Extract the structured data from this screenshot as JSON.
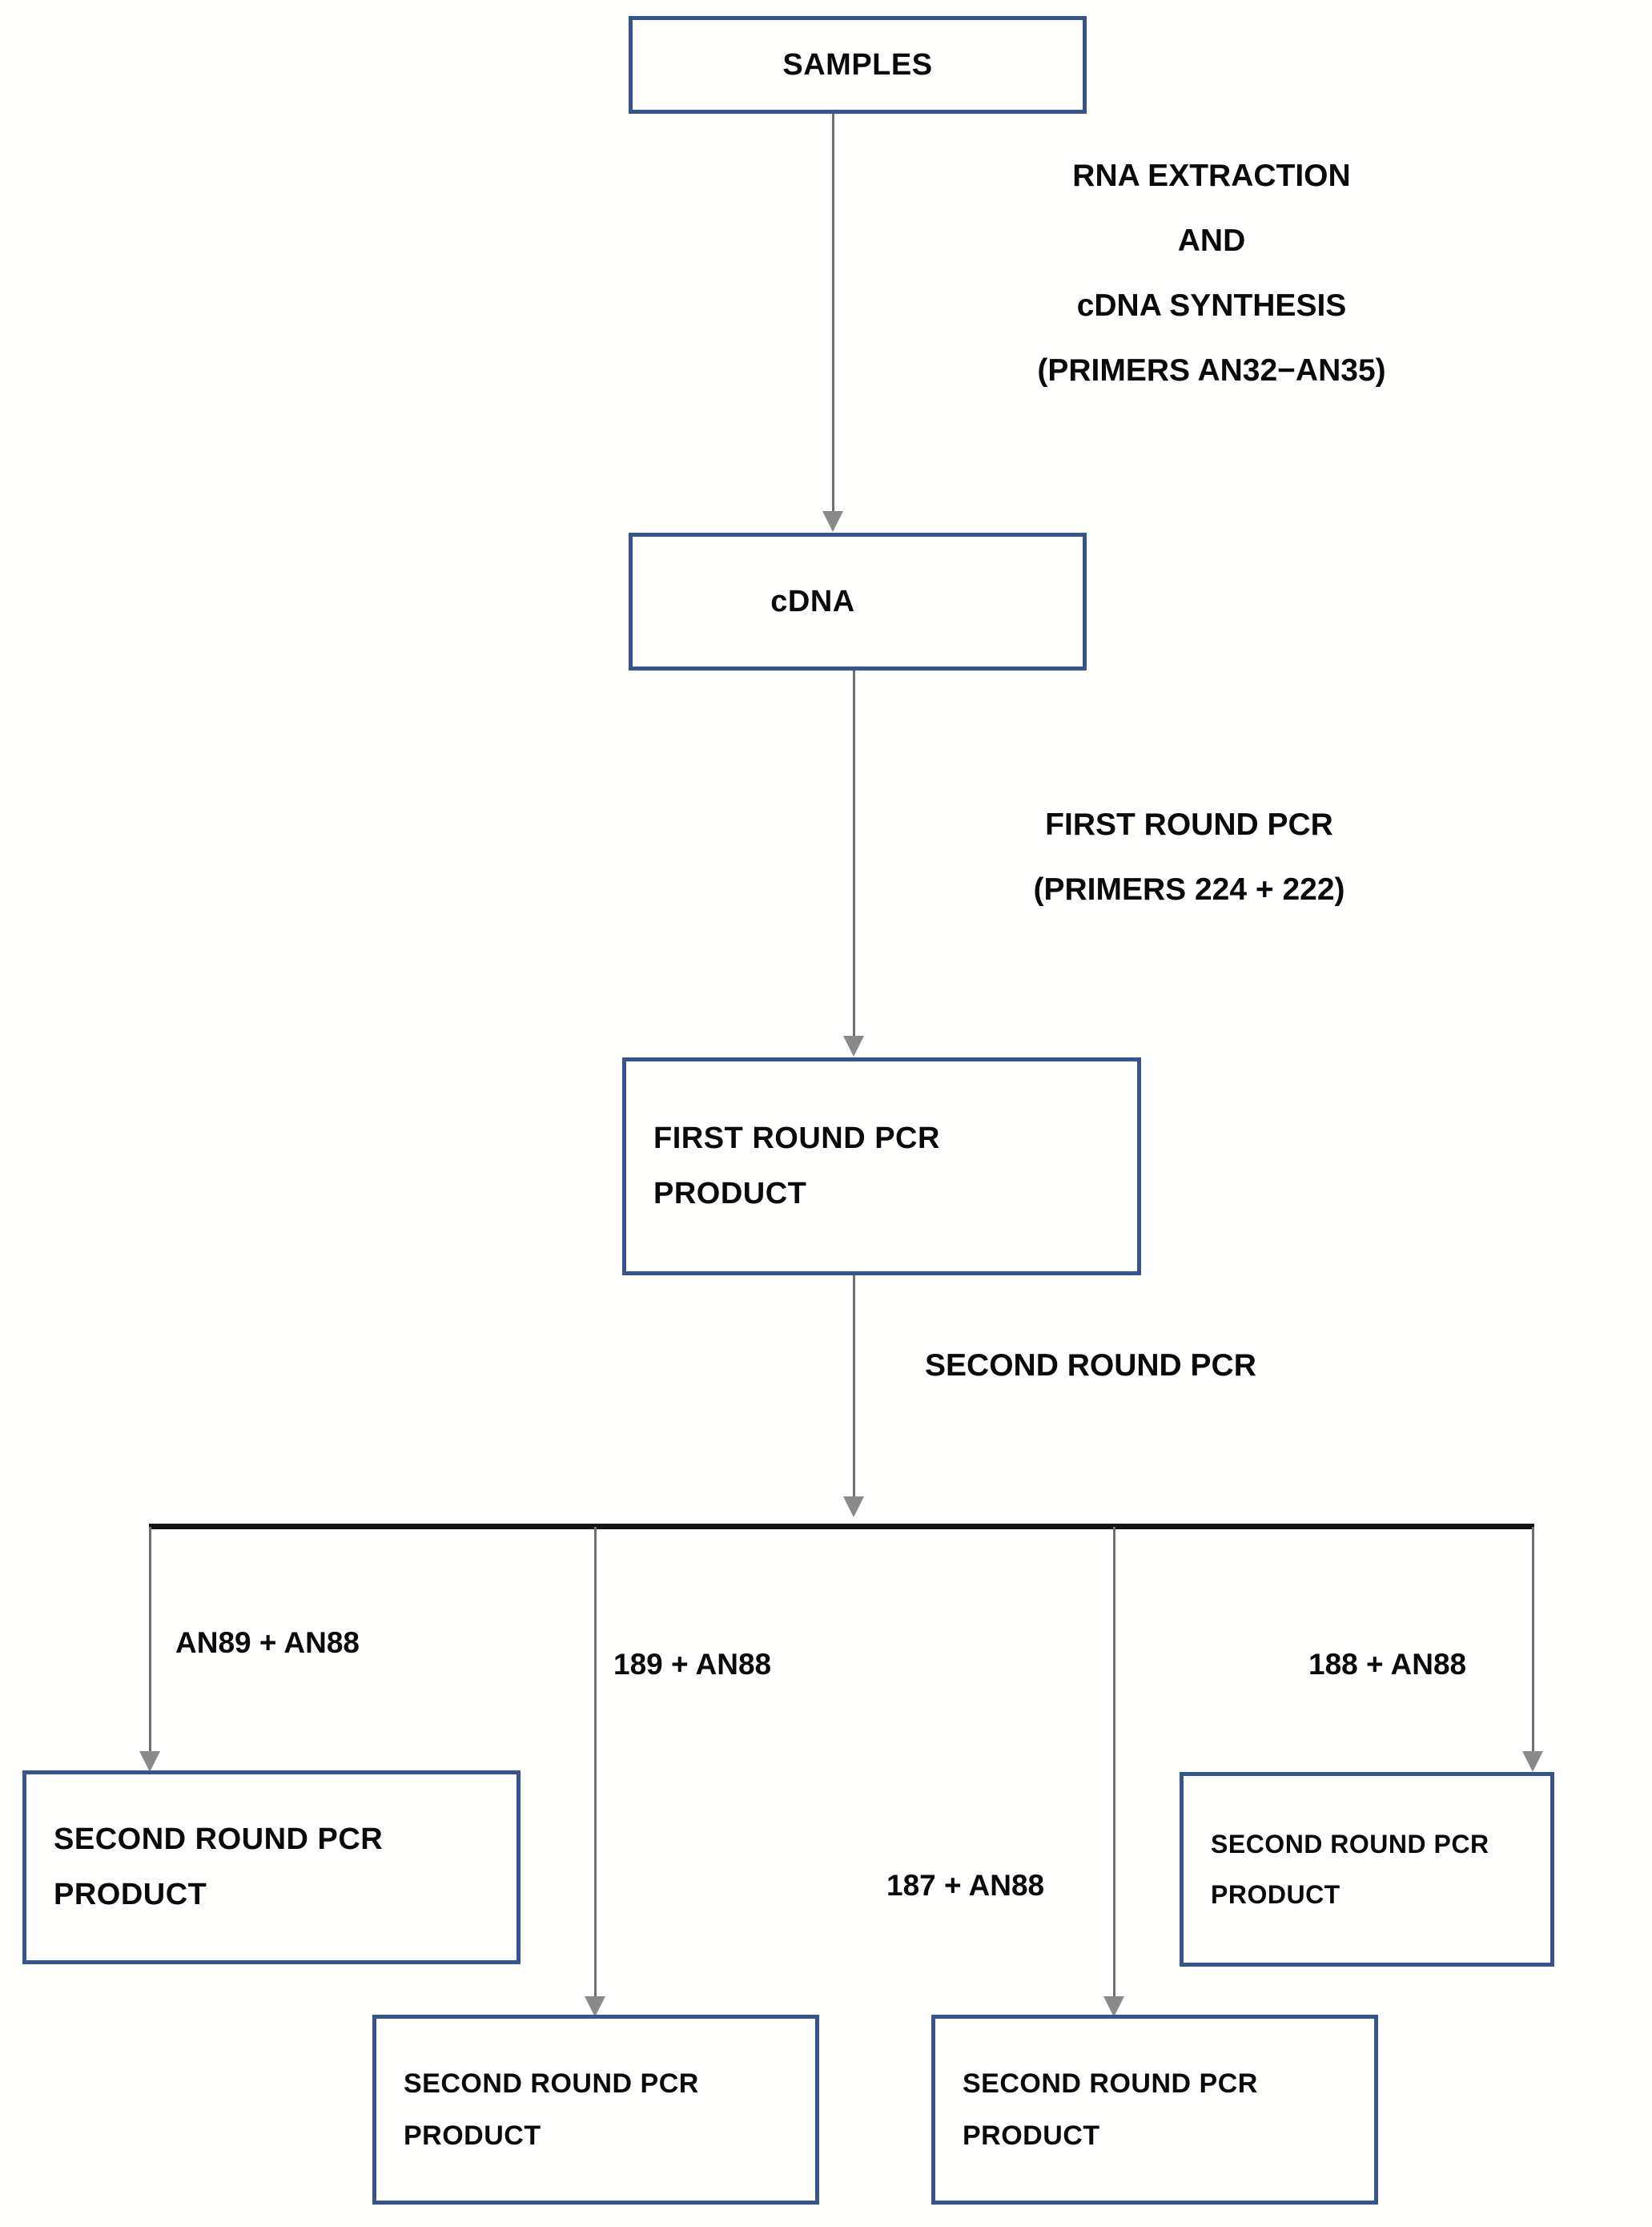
{
  "diagram": {
    "title": "Nested RT-PCR workflow flowchart",
    "accent_border_color": "#36558c",
    "connector_color": "#707070",
    "bar_color": "#141414",
    "text_color": "#0a0a0a",
    "background_color": "#ffffff"
  },
  "nodes": {
    "samples": {
      "label": "SAMPLES"
    },
    "cdna": {
      "label": "cDNA"
    },
    "first_round_product": {
      "line1": "FIRST ROUND PCR",
      "line2": "PRODUCT"
    },
    "second_round_product_1": {
      "line1": "SECOND ROUND PCR",
      "line2": "PRODUCT"
    },
    "second_round_product_2": {
      "line1": "SECOND ROUND PCR",
      "line2": "PRODUCT"
    },
    "second_round_product_3": {
      "line1": "SECOND ROUND PCR",
      "line2": "PRODUCT"
    },
    "second_round_product_4": {
      "line1": "SECOND ROUND PCR",
      "line2": "PRODUCT"
    }
  },
  "steps": {
    "rna_extraction": {
      "line1": "RNA EXTRACTION",
      "line2": "AND",
      "line3": "cDNA  SYNTHESIS",
      "line4": "(PRIMERS AN32−AN35)"
    },
    "first_round_pcr": {
      "line1": "FIRST ROUND PCR",
      "line2": "(PRIMERS 224 + 222)"
    },
    "second_round_pcr": {
      "label": "SECOND ROUND PCR"
    }
  },
  "branches": [
    {
      "primers": "AN89 + AN88"
    },
    {
      "primers": "189 + AN88"
    },
    {
      "primers": "187 + AN88"
    },
    {
      "primers": "188 + AN88"
    }
  ]
}
